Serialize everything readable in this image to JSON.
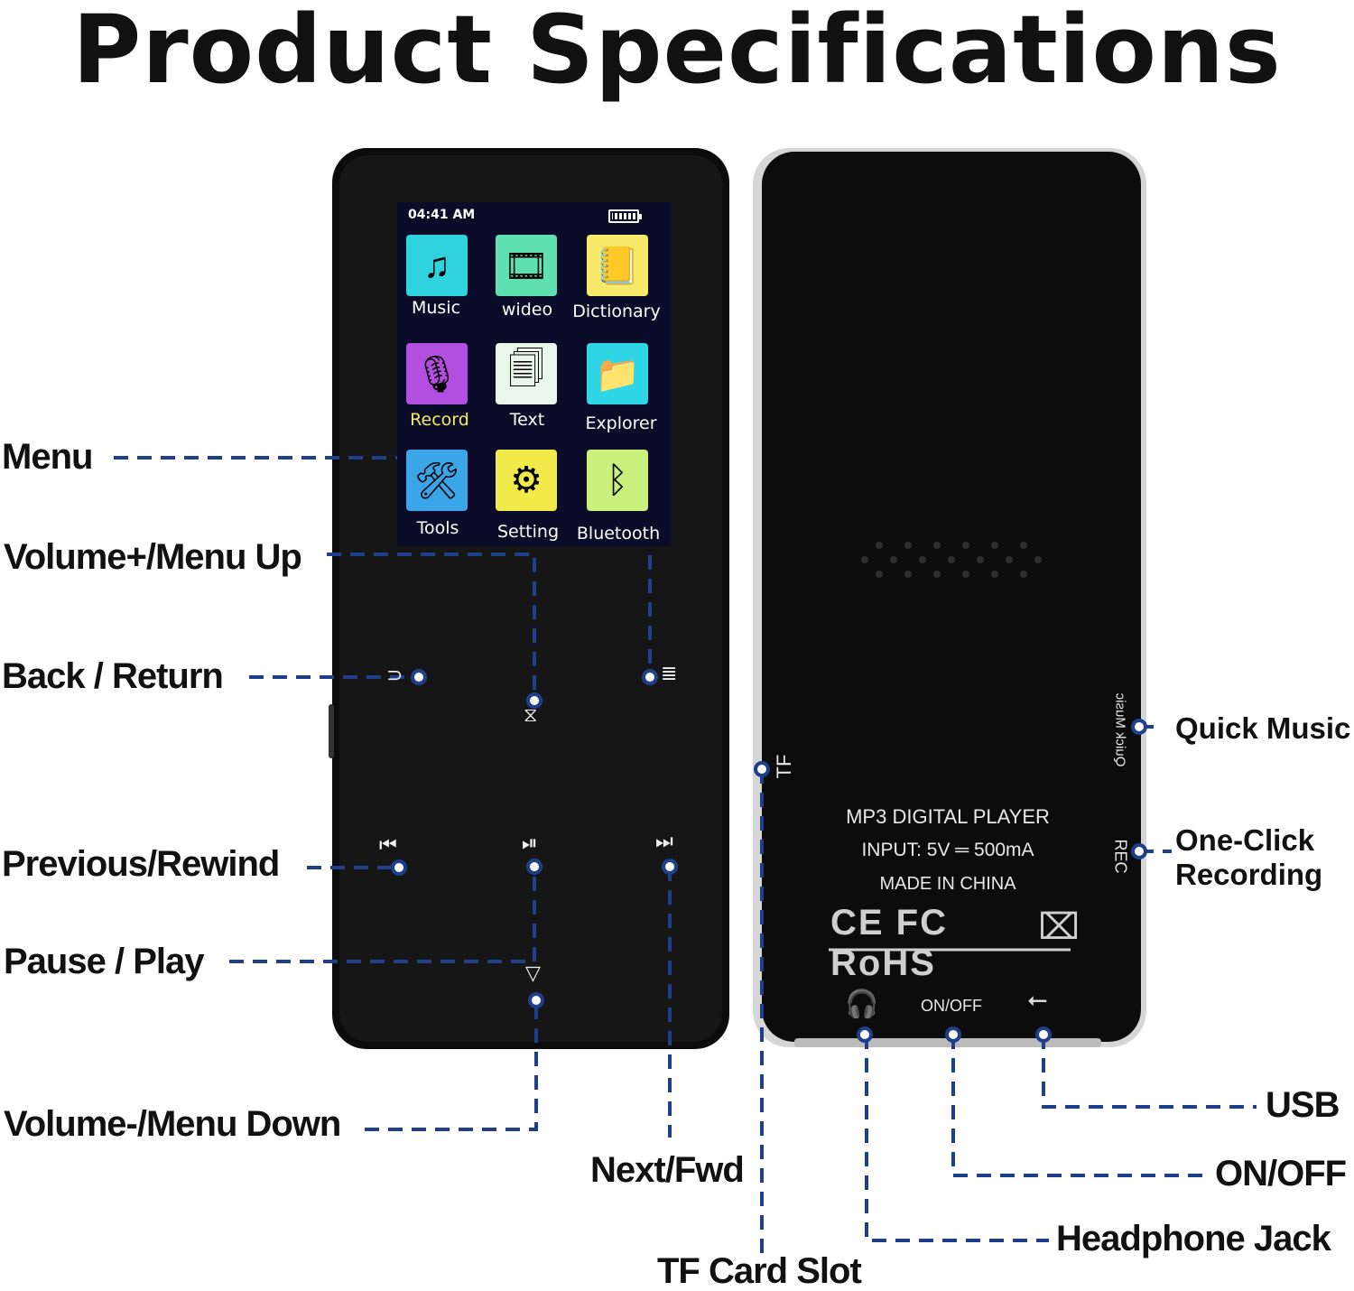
{
  "title": "Product Specifications",
  "device_screen": {
    "time": "04:41 AM",
    "apps": [
      {
        "label": "Music",
        "icon": "music-note-icon",
        "color": "#2fd3de"
      },
      {
        "label": "wideo",
        "icon": "film-icon",
        "color": "#5fe0b0"
      },
      {
        "label": "Dictionary",
        "icon": "notebook-icon",
        "color": "#f7ea6a"
      },
      {
        "label": "Record",
        "icon": "microphone-icon",
        "color": "#b24ee0"
      },
      {
        "label": "Text",
        "icon": "document-icon",
        "color": "#e8f7ea"
      },
      {
        "label": "Explorer",
        "icon": "folder-icon",
        "color": "#2fd7e6"
      },
      {
        "label": "Tools",
        "icon": "tools-icon",
        "color": "#3aa6e8"
      },
      {
        "label": "Setting",
        "icon": "gear-icon",
        "color": "#f2ea48"
      },
      {
        "label": "Bluetooth",
        "icon": "bluetooth-icon",
        "color": "#c8f07a"
      }
    ]
  },
  "back_panel": {
    "line1": "MP3 DIGITAL PLAYER",
    "line2": "INPUT: 5V ═ 500mA",
    "line3": "MADE IN CHINA",
    "certs": "CE FC RoHS",
    "onoff_label": "ON/OFF",
    "side_rec": "REC",
    "side_quick": "Quick Music",
    "side_tf": "TF"
  },
  "callouts": {
    "menu": "Menu",
    "volume_up": "Volume+/Menu Up",
    "back": "Back / Return",
    "previous": "Previous/Rewind",
    "pause_play": "Pause / Play",
    "volume_down": "Volume-/Menu Down",
    "next": "Next/Fwd",
    "tf_card": "TF Card Slot",
    "quick_music": "Quick Music",
    "one_click_1": "One-Click",
    "one_click_2": "Recording",
    "usb": "USB",
    "onoff": "ON/OFF",
    "headphone": "Headphone Jack"
  },
  "colors": {
    "callout_line": "#1f3f8a",
    "device_body": "#0c0c0c",
    "back_rim": "#c8c8c8"
  }
}
